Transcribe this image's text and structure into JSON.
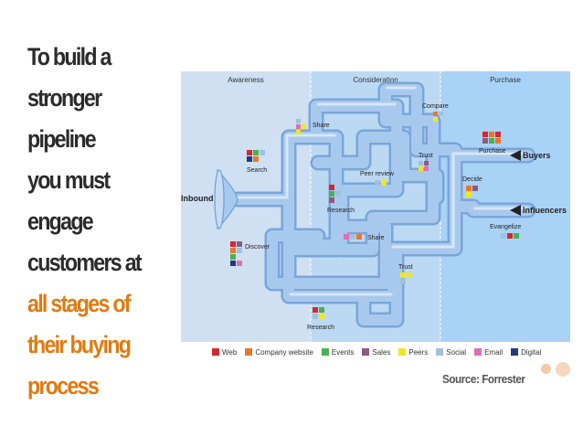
{
  "headline": {
    "lines": [
      "To build  a",
      "stronger",
      "pipeline",
      "you must",
      "engage",
      "customers at"
    ],
    "accent_lines": [
      "all stages of",
      "their buying",
      "process"
    ],
    "text_color": "#2b2b2b",
    "accent_color": "#e07a10"
  },
  "diagram": {
    "stages": [
      "Awareness",
      "Consideration",
      "Purchase"
    ],
    "entry_label": "Inbound",
    "exit_labels": [
      "Buyers",
      "Influencers"
    ],
    "touchpoints": [
      "Share",
      "Search",
      "Compare",
      "Trust",
      "Purchase",
      "Peer review",
      "Decide",
      "Research",
      "Evangelize",
      "Discover",
      "Share",
      "Trust",
      "Research"
    ],
    "pipe_color": "#8fb6e4",
    "stage_colors": [
      "#cfe0f2",
      "#bcd9f3",
      "#a9d2f7"
    ]
  },
  "legend": [
    {
      "label": "Web",
      "color": "#d6262e"
    },
    {
      "label": "Company website",
      "color": "#e8772e"
    },
    {
      "label": "Events",
      "color": "#4caf50"
    },
    {
      "label": "Sales",
      "color": "#8e5a7e"
    },
    {
      "label": "Peers",
      "color": "#f5e61c"
    },
    {
      "label": "Social",
      "color": "#9fc1df"
    },
    {
      "label": "Email",
      "color": "#de6fb4"
    },
    {
      "label": "Digital",
      "color": "#1f3c7a"
    }
  ],
  "source": "Source: Forrester",
  "accent_dots": [
    "#f3c9a8",
    "#f6d7bd"
  ]
}
